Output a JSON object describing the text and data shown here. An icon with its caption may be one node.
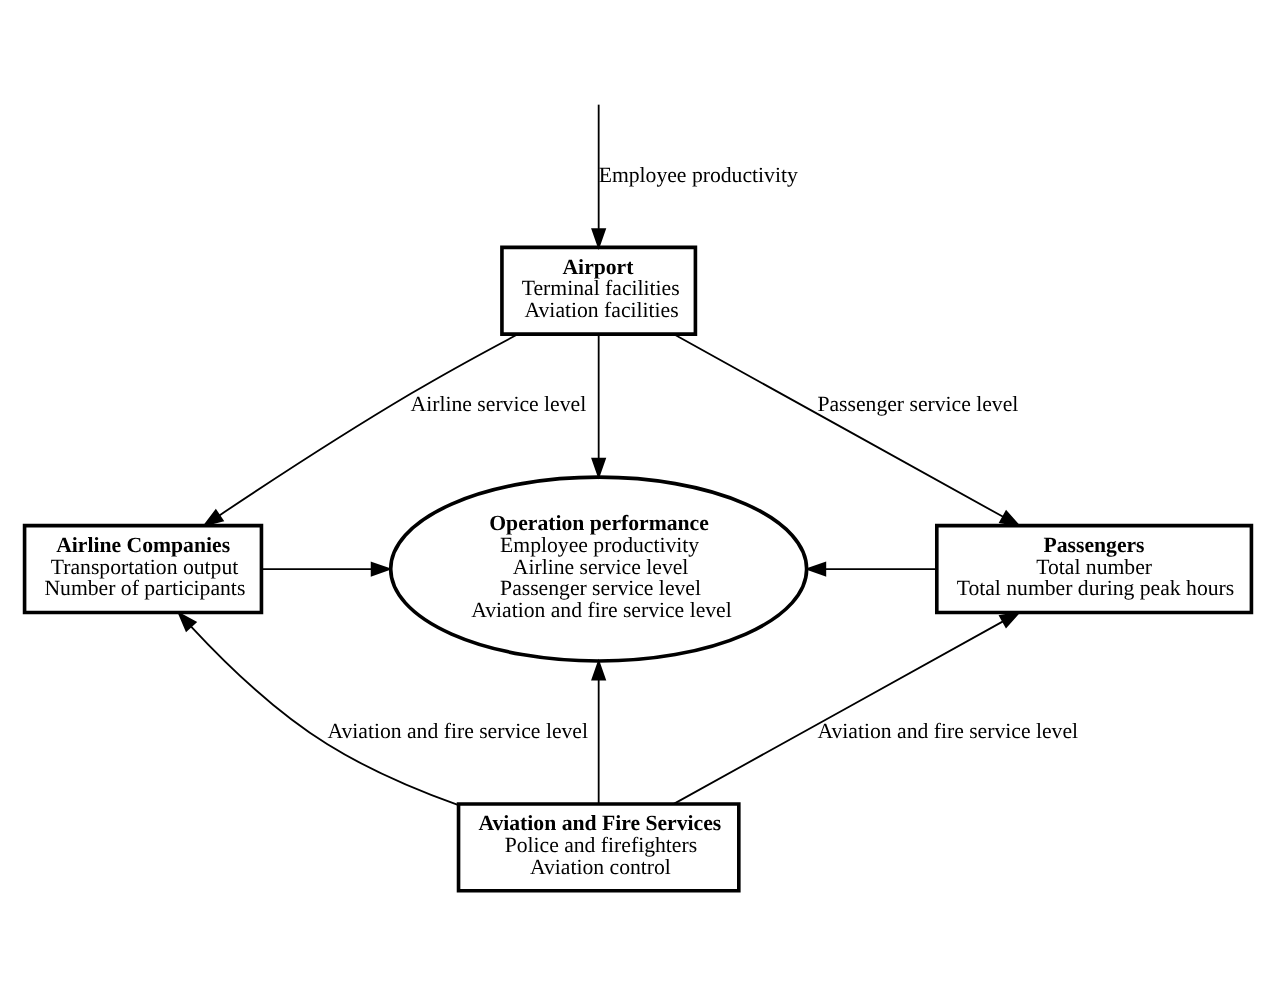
{
  "diagram": {
    "nodes": [
      {
        "text": [
          "Airport",
          "Terminal facilities",
          "Aviation facilities"
        ]
      },
      {
        "text": [
          "Airline Companies",
          "Transportation output",
          "Number of participants"
        ]
      },
      {
        "text": [
          "Operation performance",
          "Employee productivity",
          "Airline service level",
          "Passenger service level",
          "Aviation and fire service level"
        ]
      },
      {
        "text": [
          "Passengers",
          "Total number",
          "Total number during peak hours"
        ]
      },
      {
        "text": [
          "Aviation and Fire Services",
          "Police and firefighters",
          "Aviation control"
        ]
      }
    ],
    "edges": [
      {
        "from": null,
        "to": 0,
        "arrow": "to",
        "label": "Employee productivity"
      },
      {
        "from": 0,
        "to": 1,
        "arrow": "to",
        "label": "Airline service level"
      },
      {
        "from": 0,
        "to": 2,
        "arrow": "to"
      },
      {
        "from": 0,
        "to": 3,
        "arrow": "to",
        "label": "Passenger service level"
      },
      {
        "from": 1,
        "to": 2,
        "arrow": "to"
      },
      {
        "from": 3,
        "to": 2,
        "arrow": "to"
      },
      {
        "from": 4,
        "to": 2,
        "arrow": "to"
      },
      {
        "from": 4,
        "to": 1,
        "arrow": "to",
        "label": "Aviation and fire service level"
      },
      {
        "from": 4,
        "to": 3,
        "arrow": "to",
        "label": "Aviation and fire service level"
      }
    ]
  }
}
